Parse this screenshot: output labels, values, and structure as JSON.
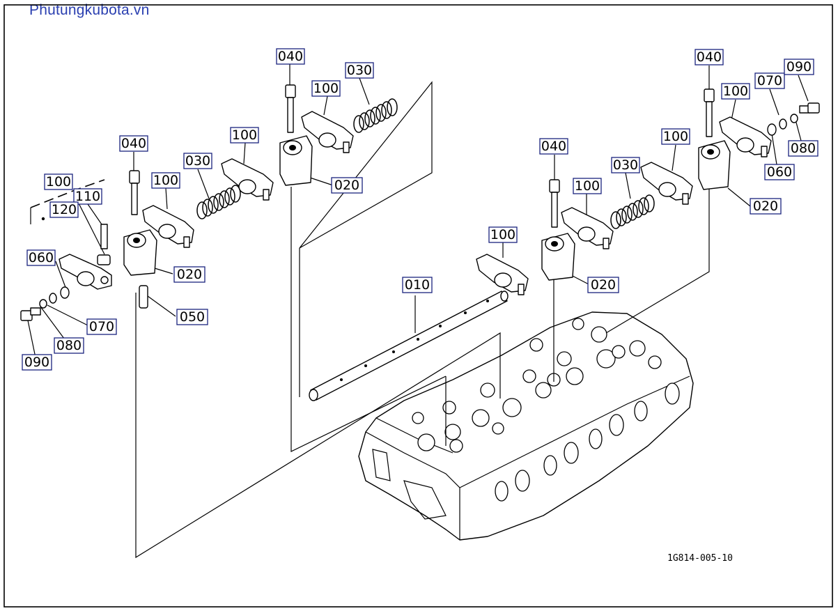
{
  "watermark": "Phutungkubota.vn",
  "drawing_ref": "1G814-005-10",
  "callouts": {
    "c040_a": "040",
    "c100_a": "100",
    "c030_a": "030",
    "c040_b": "040",
    "c100_b": "100",
    "c030_b": "030",
    "c100_c": "100",
    "c100_d": "100",
    "c110": "110",
    "c120": "120",
    "c060_a": "060",
    "c020_a": "020",
    "c050": "050",
    "c070_a": "070",
    "c080_a": "080",
    "c090_a": "090",
    "c020_b": "020",
    "c010": "010",
    "c040_c": "040",
    "c100_e": "100",
    "c100_f": "100",
    "c020_c": "020",
    "c030_c": "030",
    "c100_g": "100",
    "c040_d": "040",
    "c100_h": "100",
    "c070_b": "070",
    "c090_b": "090",
    "c080_b": "080",
    "c060_b": "060",
    "c020_d": "020"
  }
}
